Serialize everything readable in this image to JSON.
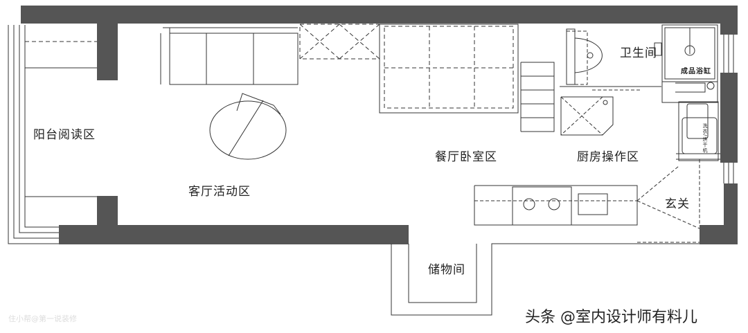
{
  "rooms": {
    "balcony": "阳台阅读区",
    "living": "客厅活动区",
    "dining_bedroom": "餐厅卧室区",
    "kitchen": "厨房操作区",
    "bathroom": "卫生间",
    "entrance": "玄关",
    "storage": "储物间"
  },
  "fixtures": {
    "bathtub": "成品浴缸",
    "washer": "洗衣/烘干机"
  },
  "watermark": "头条 @室内设计师有料儿",
  "watermark_faint": "住小帮@第一说装修",
  "colors": {
    "wall": "#555555",
    "line": "#333333"
  }
}
